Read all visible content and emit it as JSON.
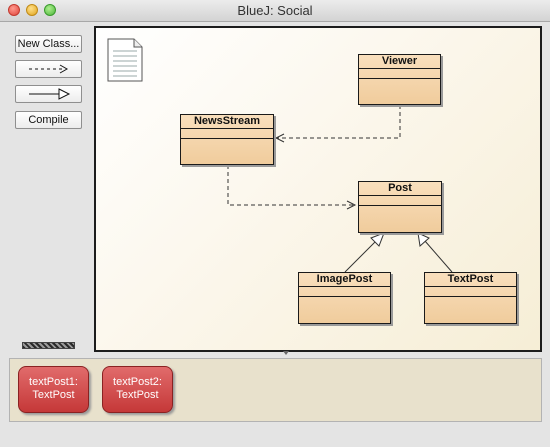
{
  "window": {
    "title": "BlueJ:  Social"
  },
  "tools": {
    "new_class": "New Class...",
    "uses_arrow": "uses-arrow-icon",
    "inherits_arrow": "inherits-arrow-icon",
    "compile": "Compile"
  },
  "diagram": {
    "classes": [
      {
        "name": "Viewer"
      },
      {
        "name": "NewsStream"
      },
      {
        "name": "Post"
      },
      {
        "name": "ImagePost"
      },
      {
        "name": "TextPost"
      }
    ],
    "relations": [
      {
        "from": "Viewer",
        "to": "NewsStream",
        "kind": "uses"
      },
      {
        "from": "NewsStream",
        "to": "Post",
        "kind": "uses"
      },
      {
        "from": "ImagePost",
        "to": "Post",
        "kind": "extends"
      },
      {
        "from": "TextPost",
        "to": "Post",
        "kind": "extends"
      }
    ]
  },
  "bench": {
    "objects": [
      {
        "name": "textPost1:",
        "type": "TextPost"
      },
      {
        "name": "textPost2:",
        "type": "TextPost"
      }
    ]
  },
  "colors": {
    "class_fill": "#f0cc9c",
    "object_fill": "#c53838",
    "canvas_bg": "#fbf6ea"
  }
}
